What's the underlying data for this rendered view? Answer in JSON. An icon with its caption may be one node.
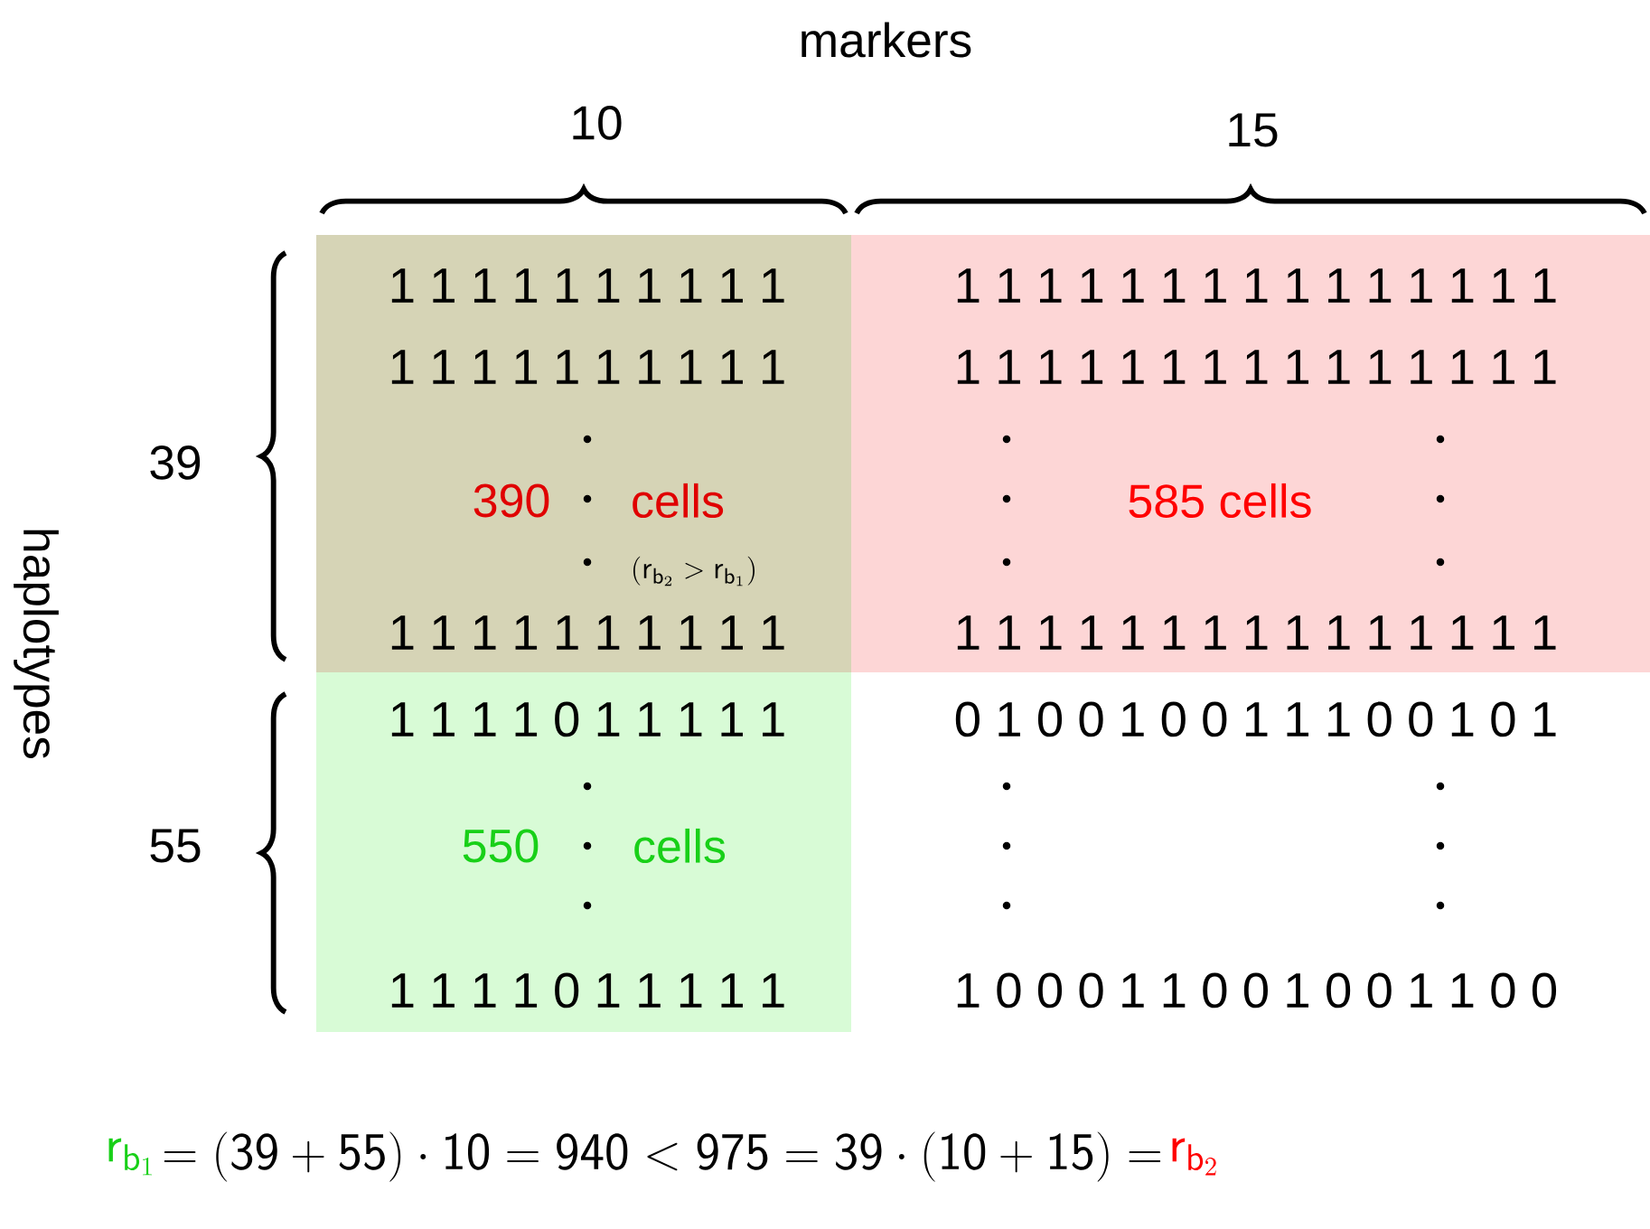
{
  "diagram": {
    "nodes": [
      {
        "text": [
          "390",
          "cells",
          "(\\mathsf{r}_{\\mathsf{b}_2} > \\mathsf{r}_{\\mathsf{b}_1})"
        ]
      },
      {
        "text": [
          "585 cells"
        ]
      },
      {
        "text": [
          "550",
          "cells"
        ]
      }
    ],
    "labels": [
      "markers",
      "10",
      "15",
      "haplotypes",
      "39",
      "55",
      "1 1 1 1 1 1 1 1 1 1",
      "1 1 1 1 1 1 1 1 1 1 1 1 1 1 1",
      "1 1 1 1 1 1 1 1 1 1",
      "1 1 1 1 1 1 1 1 1 1 1 1 1 1 1",
      "1 1 1 1 1 1 1 1 1 1",
      "1 1 1 1 1 1 1 1 1 1 1 1 1 1 1",
      "1 1 1 1 0 1 1 1 1 1",
      "0 1 0 0 1 0 0 1 1 1 0 0 1 0 1",
      "1 1 1 1 0 1 1 1 1 1",
      "1 0 0 0 1 1 0 0 1 0 0 1 1 0 0",
      "\\mathsf{r}_{\\mathsf{b}_1}",
      "= \\mathsf{(39 + 55)} \\cdot \\mathsf{10} = \\mathsf{940} < \\mathsf{975} = \\mathsf{39} \\cdot \\mathsf{(10 + 15)} =",
      "\\mathsf{r}_{\\mathsf{b}_2}"
    ]
  }
}
